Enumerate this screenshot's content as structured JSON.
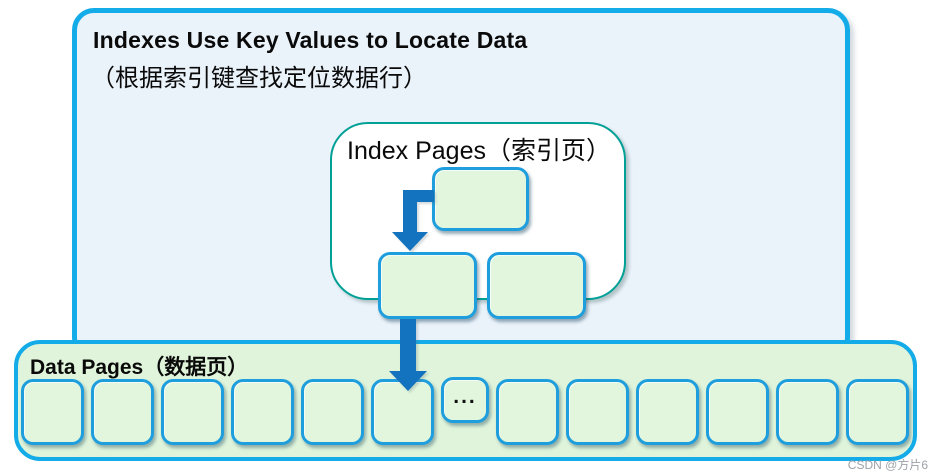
{
  "header": {
    "title": "Indexes Use Key Values to Locate Data",
    "subtitle": "（根据索引键查找定位数据行）"
  },
  "index_panel": {
    "label_en": "Index Pages",
    "label_zh": "（索引页）",
    "node_count": 3
  },
  "data_panel": {
    "label_en": "Data Pages",
    "label_zh": "（数据页）",
    "boxes_before_ellipsis": 6,
    "ellipsis_label": "...",
    "boxes_after_ellipsis": 6
  },
  "watermark": "CSDN @方片6",
  "colors": {
    "accent_cyan": "#14ACE8",
    "teal_border": "#00A096",
    "box_border": "#1E9EDC",
    "box_fill": "#E2F6DD",
    "strip_fill": "#DFF4DA",
    "panel_bg": "#EAF2FA",
    "arrow_blue": "#1473BE",
    "text_black": "#0A0A0A",
    "watermark_gray": "#9BA2A8"
  }
}
